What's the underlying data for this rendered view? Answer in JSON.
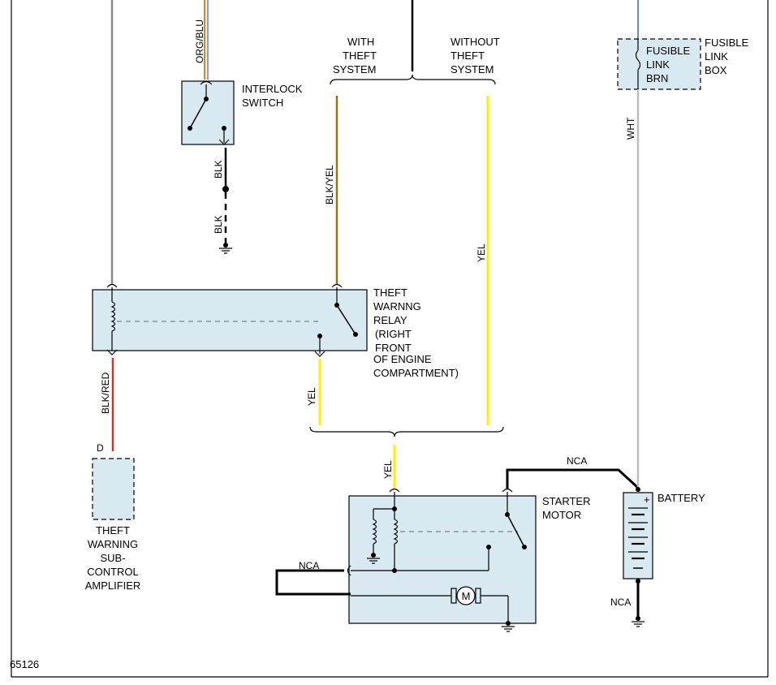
{
  "components": {
    "interlock_switch": [
      "INTERLOCK",
      "SWITCH"
    ],
    "relay": [
      "THEFT",
      "WARNNG",
      "RELAY",
      "(RIGHT",
      "FRONT",
      "OF ENGINE",
      "COMPARTMENT)"
    ],
    "amplifier": [
      "THEFT",
      "WARNING",
      "SUB-",
      "CONTROL",
      "AMPLIFIER"
    ],
    "starter_motor": [
      "STARTER",
      "MOTOR"
    ],
    "battery": "BATTERY",
    "fusible_link_inner": [
      "FUSIBLE",
      "LINK",
      "BRN"
    ],
    "fusible_link_box": [
      "FUSIBLE",
      "LINK",
      "BOX"
    ],
    "motor_symbol": "M"
  },
  "branches": {
    "with_theft": [
      "WITH",
      "THEFT",
      "SYSTEM"
    ],
    "without_theft": [
      "WITHOUT",
      "THEFT",
      "SYSTEM"
    ]
  },
  "wires": {
    "org_blu": "ORG/BLU",
    "blk_upper": "BLK",
    "blk_lower": "BLK",
    "blk_yel": "BLK/YEL",
    "yel_right": "YEL",
    "yel_relay": "YEL",
    "yel_starter": "YEL",
    "blk_red": "BLK/RED",
    "wht": "WHT",
    "nca_top": "NCA",
    "nca_left": "NCA",
    "nca_battery": "NCA"
  },
  "connector_d": "D",
  "figure_id": "65126",
  "colors": {
    "yellow": "#ffee00",
    "red": "#c0392b",
    "orange": "#e67e22",
    "blue": "#3b5bdb",
    "olive": "#8a7a1a",
    "gray": "#bdbdbd",
    "box_fill": "#d9e9f1"
  }
}
